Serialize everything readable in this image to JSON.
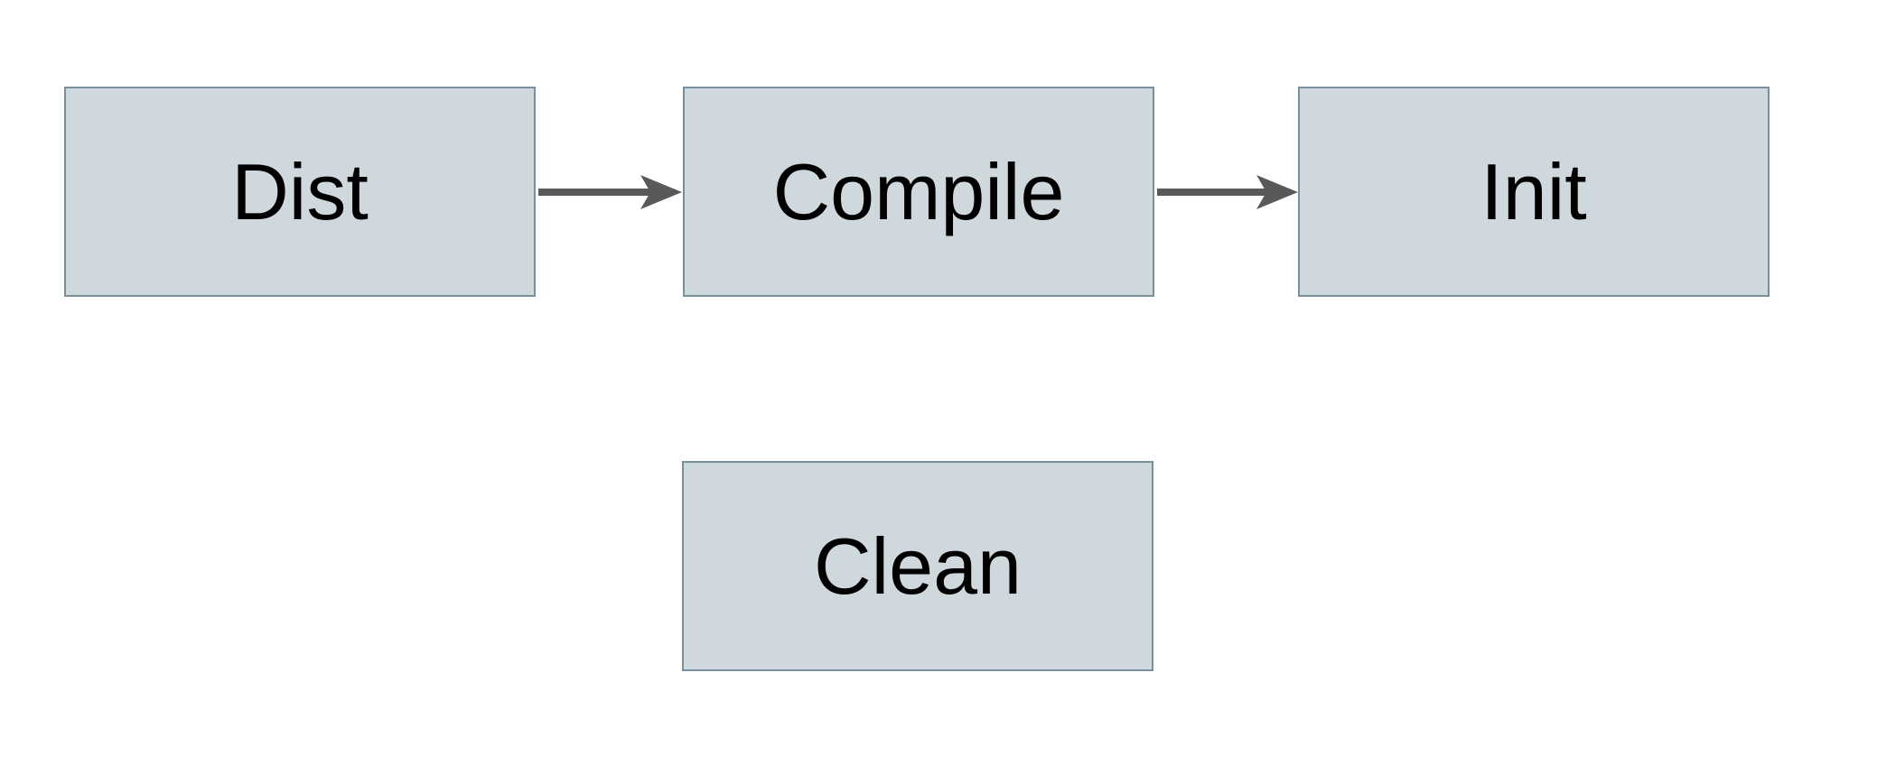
{
  "diagram": {
    "background": "#ffffff",
    "colors": {
      "node_fill": "#cfd8dc",
      "node_border": "#78909c",
      "arrow": "#595959",
      "text": "#000000"
    },
    "nodes": [
      {
        "id": "dist",
        "label": "Dist"
      },
      {
        "id": "compile",
        "label": "Compile"
      },
      {
        "id": "init",
        "label": "Init"
      },
      {
        "id": "clean",
        "label": "Clean"
      }
    ],
    "edges": [
      {
        "from": "Dist",
        "to": "Compile"
      },
      {
        "from": "Compile",
        "to": "Init"
      }
    ]
  }
}
